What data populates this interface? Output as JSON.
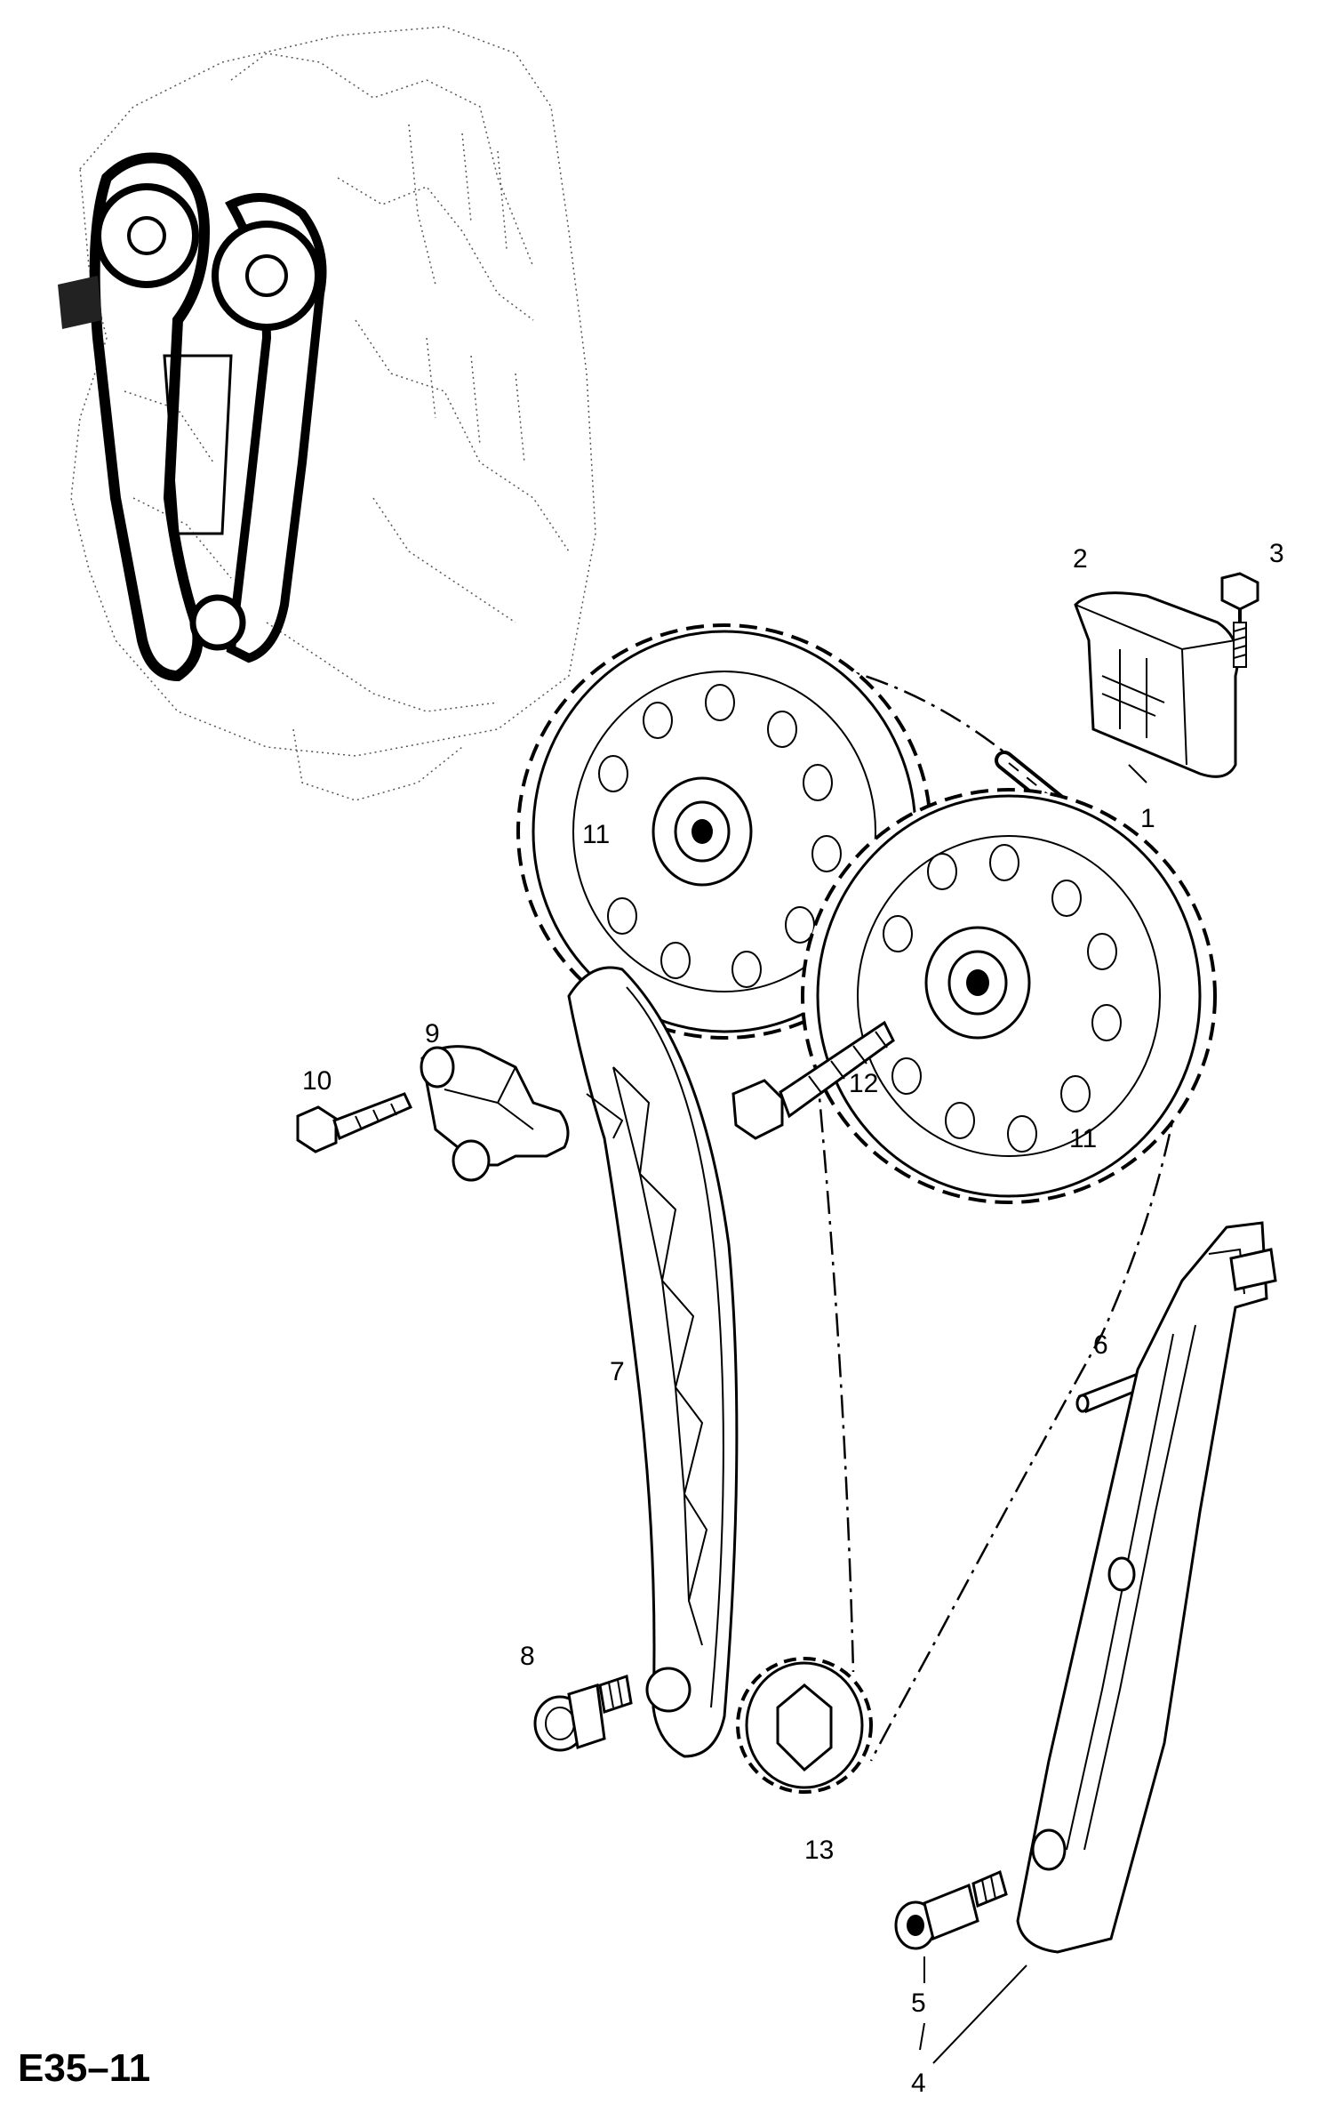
{
  "diagram": {
    "title": "E35–11",
    "callouts": [
      {
        "id": "c1",
        "label": "1"
      },
      {
        "id": "c2",
        "label": "2"
      },
      {
        "id": "c3",
        "label": "3"
      },
      {
        "id": "c4",
        "label": "4"
      },
      {
        "id": "c5",
        "label": "5"
      },
      {
        "id": "c6",
        "label": "6"
      },
      {
        "id": "c7",
        "label": "7"
      },
      {
        "id": "c8",
        "label": "8"
      },
      {
        "id": "c9",
        "label": "9"
      },
      {
        "id": "c10",
        "label": "10"
      },
      {
        "id": "c11a",
        "label": "11"
      },
      {
        "id": "c11b",
        "label": "11"
      },
      {
        "id": "c12",
        "label": "12"
      },
      {
        "id": "c13",
        "label": "13"
      }
    ]
  }
}
